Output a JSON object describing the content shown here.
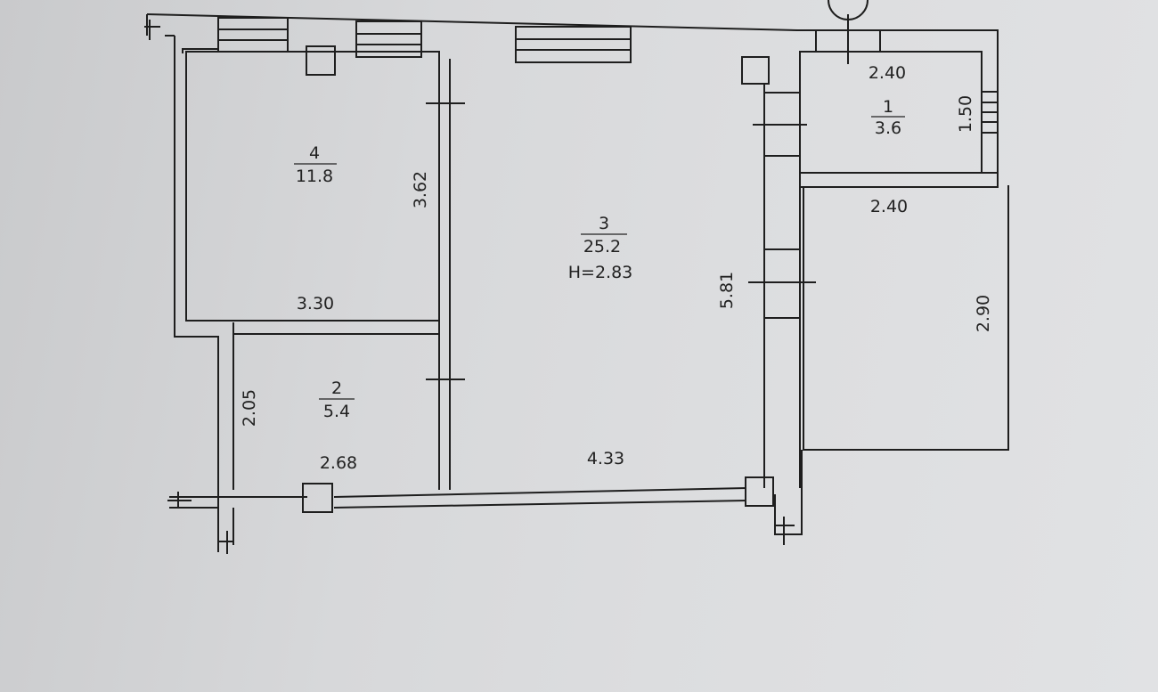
{
  "rooms": {
    "balcony": {
      "number": "1",
      "area": "3.6"
    },
    "bathroom": {
      "number": "2",
      "area": "5.4"
    },
    "living": {
      "number": "3",
      "area": "25.2",
      "height": "H=2.83"
    },
    "bedroom": {
      "number": "4",
      "area": "11.8"
    }
  },
  "dimensions": {
    "bedroom_depth": "3.62",
    "bedroom_width": "3.30",
    "bathroom_depth": "2.05",
    "bathroom_width": "2.68",
    "living_width": "4.33",
    "living_depth": "5.81",
    "balcony_top": "2.40",
    "balcony_side": "1.50",
    "loggia_width": "2.40",
    "loggia_depth": "2.90"
  }
}
